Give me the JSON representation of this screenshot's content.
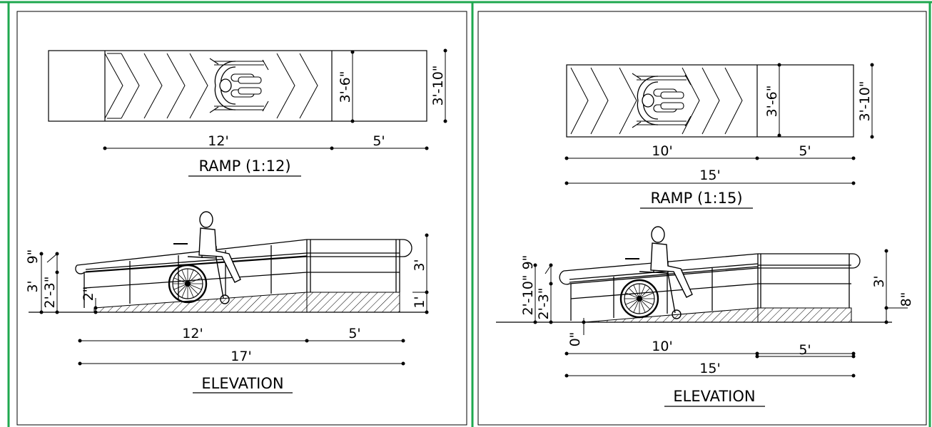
{
  "frame": {
    "border_color": "#1fa84f"
  },
  "left": {
    "plan": {
      "width_inner": "3'-6\"",
      "width_outer": "3'-10\"",
      "dim_ramp": "12'",
      "dim_landing": "5'",
      "title": "RAMP (1:12)"
    },
    "elevation": {
      "dim_top_rail_offset": "9\"",
      "dim_rail_height": "3'",
      "dim_mid_rail": "2'-3\"",
      "dim_start": "2\"",
      "dim_landing_rail": "3'",
      "dim_landing_height": "1'",
      "dim_ramp": "12'",
      "dim_landing": "5'",
      "dim_total": "17'",
      "title": "ELEVATION"
    }
  },
  "right": {
    "plan": {
      "width_inner": "3'-6\"",
      "width_outer": "3'-10\"",
      "dim_ramp": "10'",
      "dim_landing": "5'",
      "dim_total": "15'",
      "title": "RAMP (1:15)"
    },
    "elevation": {
      "dim_top_rail_offset": "9\"",
      "dim_rail_height": "2'-10\"",
      "dim_mid_rail": "2'-3\"",
      "dim_start": "0\"",
      "dim_landing_rail": "3'",
      "dim_landing_height": "8\"",
      "dim_ramp": "10'",
      "dim_landing": "5'",
      "dim_total": "15'",
      "title": "ELEVATION"
    }
  }
}
